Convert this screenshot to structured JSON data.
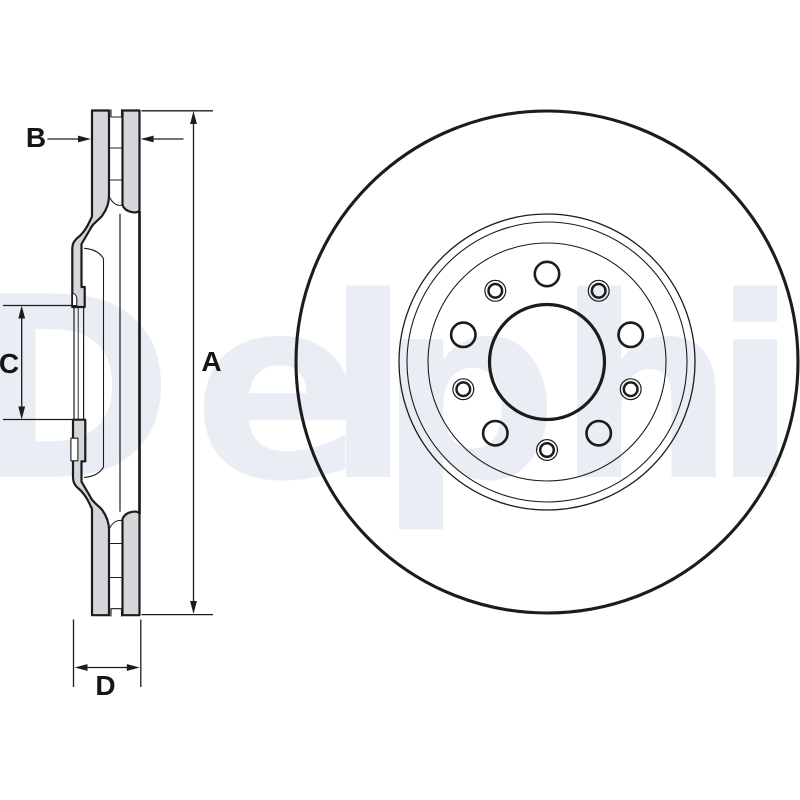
{
  "watermark": {
    "text": "Delphi",
    "letters": [
      "D",
      "e",
      "l",
      "p",
      "h",
      "i"
    ],
    "color": "#e9edf4"
  },
  "drawing": {
    "dimension_labels": {
      "a": "A",
      "b": "B",
      "c": "C",
      "d": "D"
    },
    "views": {
      "left": "cross-section",
      "right": "front-view"
    },
    "front_view": {
      "lug_hole_count": 5,
      "pilot_hole_count": 5
    }
  },
  "colors": {
    "background": "#ffffff",
    "line": "#1c1c1c",
    "section_fill": "#d4d6d9",
    "watermark": "#e9edf4"
  }
}
